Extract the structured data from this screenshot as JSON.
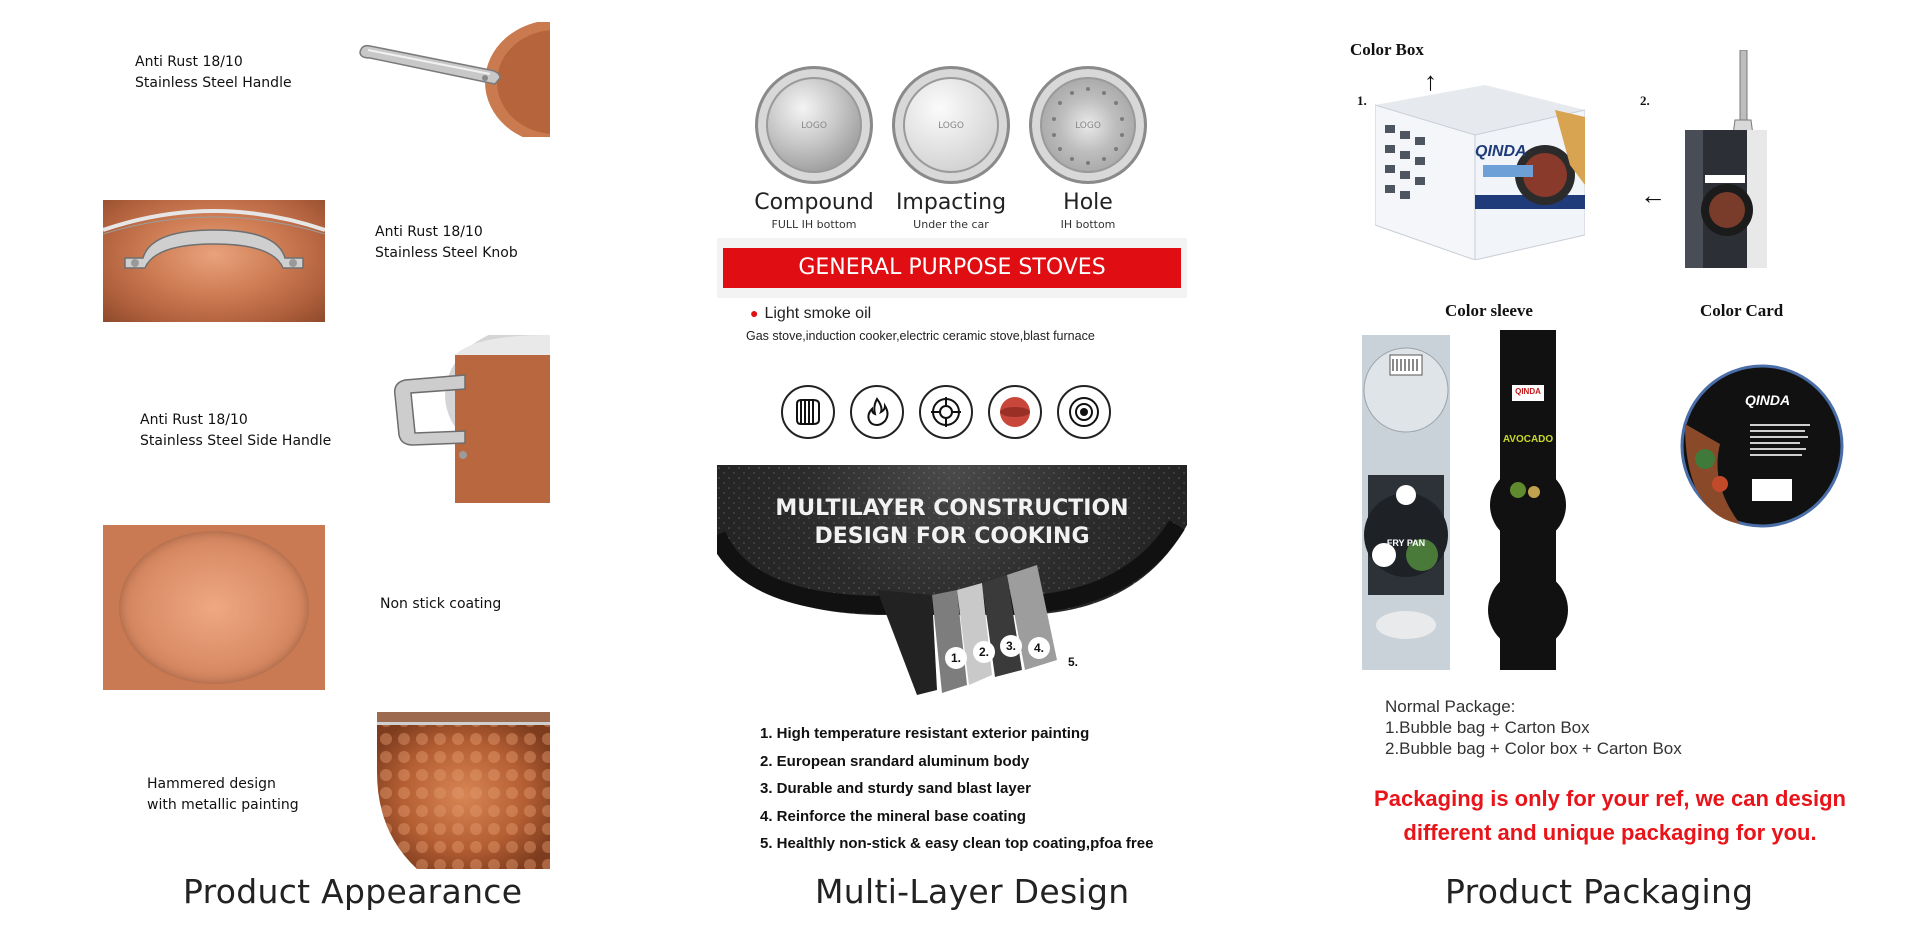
{
  "appearance": {
    "caption": "Product Appearance",
    "features": [
      {
        "line1": "Anti Rust 18/10",
        "line2": "Stainless Steel Handle"
      },
      {
        "line1": "Anti Rust 18/10",
        "line2": "Stainless Steel Knob"
      },
      {
        "line1": "Anti Rust 18/10",
        "line2": "Stainless Steel Side Handle"
      },
      {
        "line1": "Non stick coating",
        "line2": ""
      },
      {
        "line1": "Hammered design",
        "line2": "with metallic painting"
      }
    ]
  },
  "multilayer": {
    "caption": "Multi-Layer Design",
    "bottoms": [
      {
        "title": "Compound",
        "sub": "FULL IH bottom",
        "logo": "LOGO"
      },
      {
        "title": "Impacting",
        "sub": "Under the car",
        "logo": "LOGO"
      },
      {
        "title": "Hole",
        "sub": "IH bottom",
        "logo": "LOGO"
      }
    ],
    "banner": "GENERAL PURPOSE STOVES",
    "bullet": "Light smoke oil",
    "stoves_line": "Gas stove,induction cooker,electric ceramic stove,blast furnace",
    "construction_line1": "MULTILAYER CONSTRUCTION",
    "construction_line2": "DESIGN FOR COOKING",
    "layer_markers": [
      "1.",
      "2.",
      "3.",
      "4.",
      "5."
    ],
    "layers": [
      "1. High temperature resistant exterior painting",
      "2. European srandard aluminum body",
      "3. Durable and sturdy sand blast layer",
      "4. Reinforce the mineral base coating",
      "5. Healthly non-stick & easy clean top coating,pfoa free"
    ]
  },
  "packaging": {
    "caption": "Product Packaging",
    "color_box": "Color Box",
    "color_sleeve": "Color sleeve",
    "color_card": "Color Card",
    "num1": "1.",
    "num2": "2.",
    "brand": "QINDA",
    "sleeve_left_label": "FRY PAN",
    "sleeve_right_label": "AVOCADO",
    "normal_title": "Normal Package:",
    "normal_items": [
      "1.Bubble bag + Carton Box",
      "2.Bubble bag + Color box + Carton Box"
    ],
    "note_line1": "Packaging is only for your ref, we can design",
    "note_line2": "different and unique packaging for you.",
    "accent_red": "#e8141a"
  }
}
